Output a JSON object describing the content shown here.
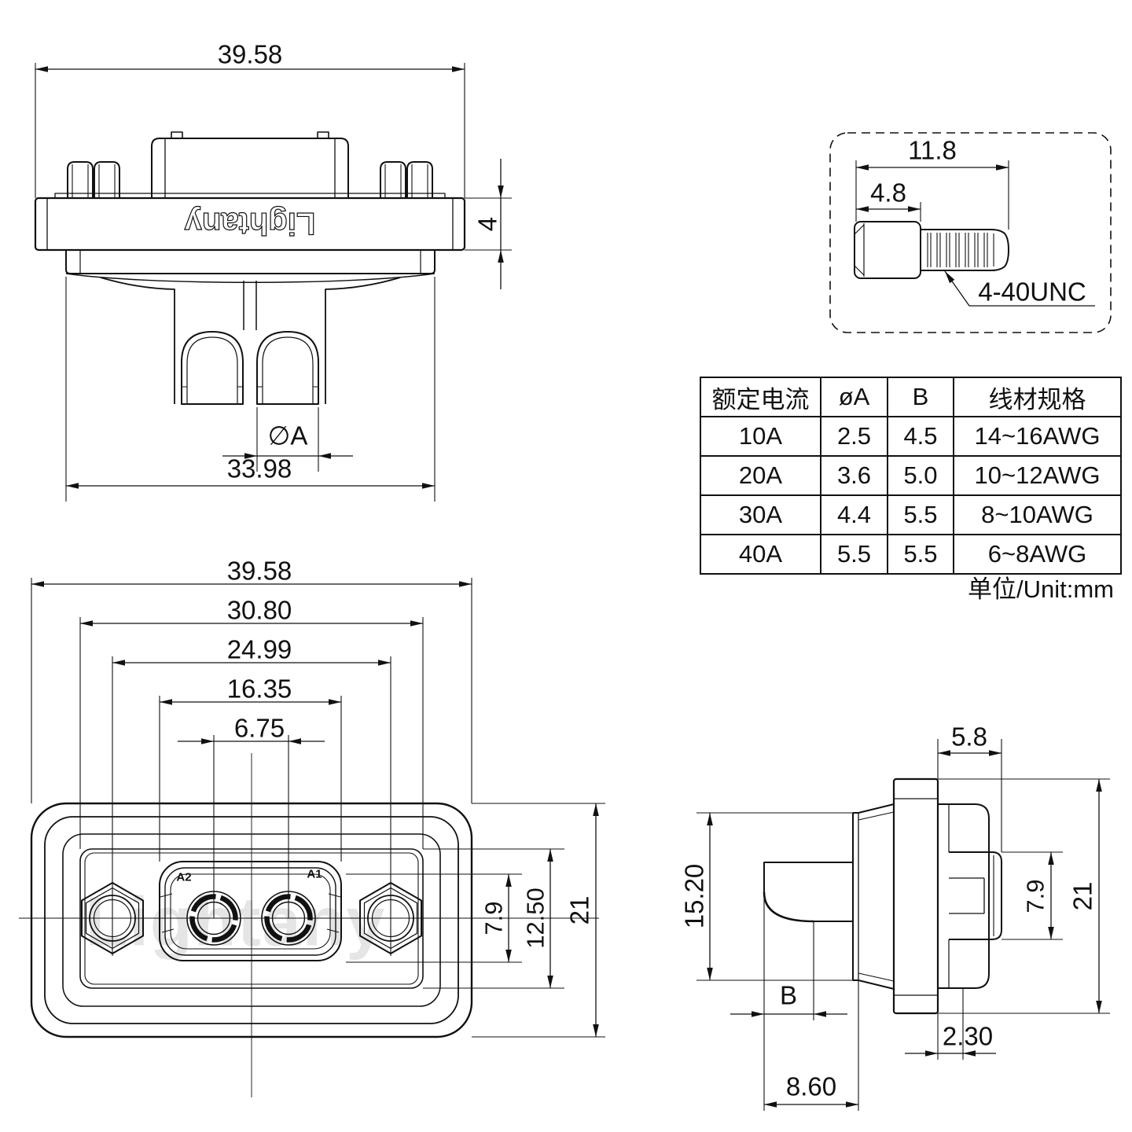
{
  "rear_view": {
    "dim_flange_width": "39.58",
    "dim_flange_thickness": "4",
    "dim_pin_diameter": "∅A",
    "dim_body_width": "33.98",
    "logo": "Lightany"
  },
  "screw_detail": {
    "dim_total_length": "11.8",
    "dim_head_length": "4.8",
    "thread_spec": "4-40UNC"
  },
  "spec_table": {
    "headers": [
      "额定电流",
      "øA",
      "B",
      "线材规格"
    ],
    "rows": [
      [
        "10A",
        "2.5",
        "4.5",
        "14~16AWG"
      ],
      [
        "20A",
        "3.6",
        "5.0",
        "10~12AWG"
      ],
      [
        "30A",
        "4.4",
        "5.5",
        "8~10AWG"
      ],
      [
        "40A",
        "5.5",
        "5.5",
        "6~8AWG"
      ]
    ],
    "unit_note": "单位/Unit:mm"
  },
  "front_view": {
    "dim_shell_width": "39.58",
    "dim_panel_width": "30.80",
    "dim_screw_pitch": "24.99",
    "dim_insert_width": "16.35",
    "dim_contact_pitch": "6.75",
    "dim_insert_height": "7.9",
    "dim_panel_height": "12.50",
    "dim_shell_height": "21",
    "label_contact_a2": "A2",
    "label_contact_a1": "A1",
    "watermark": "Lightany"
  },
  "side_view": {
    "dim_rear_protrusion": "5.8",
    "dim_face_height": "15.20",
    "dim_boss_height": "7.9",
    "dim_overall_height": "21",
    "dim_solder_cup": "B",
    "dim_flange_offset": "2.30",
    "dim_body_depth": "8.60"
  }
}
